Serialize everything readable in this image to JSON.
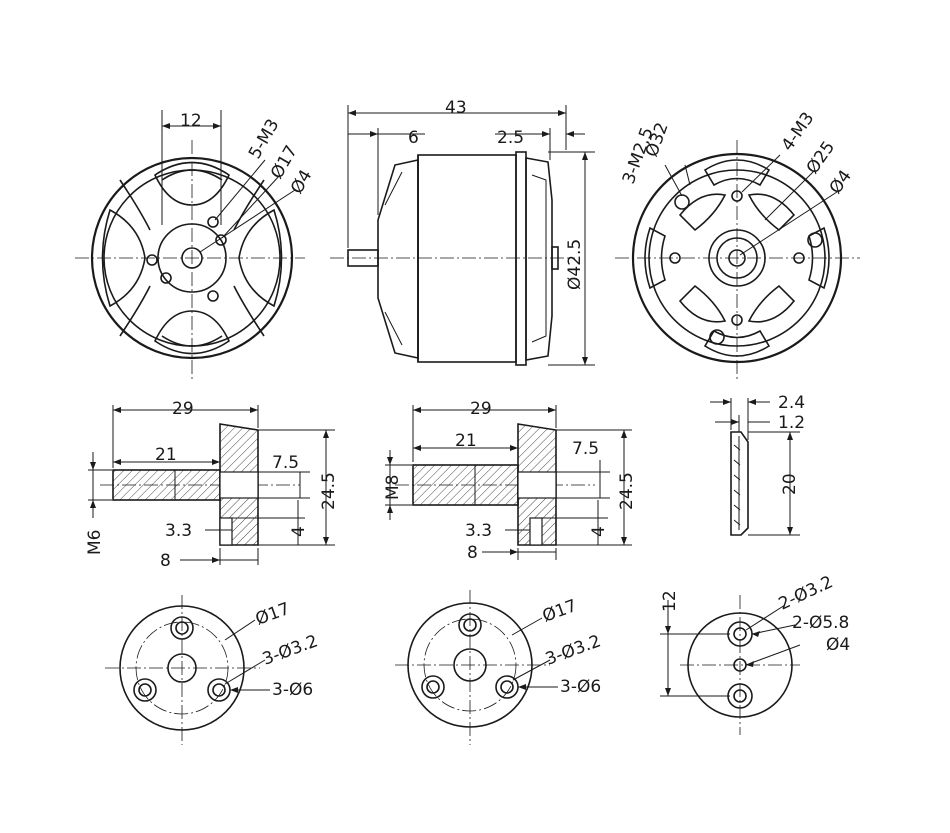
{
  "front_view": {
    "dim_top": "12",
    "holes": "5-M3",
    "pcd": "Ø17",
    "center_hole": "Ø4"
  },
  "side_view": {
    "length": "43",
    "front_offset": "6",
    "rear_offset": "2.5",
    "diameter": "Ø42.5"
  },
  "rear_view": {
    "outer_pcd": "Ø32",
    "outer_holes": "3-M2.5",
    "inner_holes": "4-M3",
    "inner_pcd": "Ø25",
    "center_hole": "Ø4"
  },
  "adapter_m6": {
    "total_length": "29",
    "shaft_length": "21",
    "bore_depth": "7.5",
    "flange_dia": "24.5",
    "thread": "M6",
    "hole_dia": "3.3",
    "hole_depth": "4",
    "flange_width": "8"
  },
  "adapter_m8": {
    "total_length": "29",
    "shaft_length": "21",
    "bore_depth": "7.5",
    "flange_dia": "24.5",
    "thread": "M8",
    "hole_dia": "3.3",
    "hole_depth": "4",
    "flange_width": "8"
  },
  "cross_mount_side": {
    "thickness": "2.4",
    "web": "1.2",
    "height": "20"
  },
  "flange_m6_face": {
    "pcd": "Ø17",
    "holes": "3-Ø3.2",
    "bosses": "3-Ø6"
  },
  "flange_m8_face": {
    "pcd": "Ø17",
    "holes": "3-Ø3.2",
    "bosses": "3-Ø6"
  },
  "cross_mount_face": {
    "spacing": "12",
    "holes": "2-Ø3.2",
    "bosses": "2-Ø5.8",
    "center_hole": "Ø4"
  }
}
